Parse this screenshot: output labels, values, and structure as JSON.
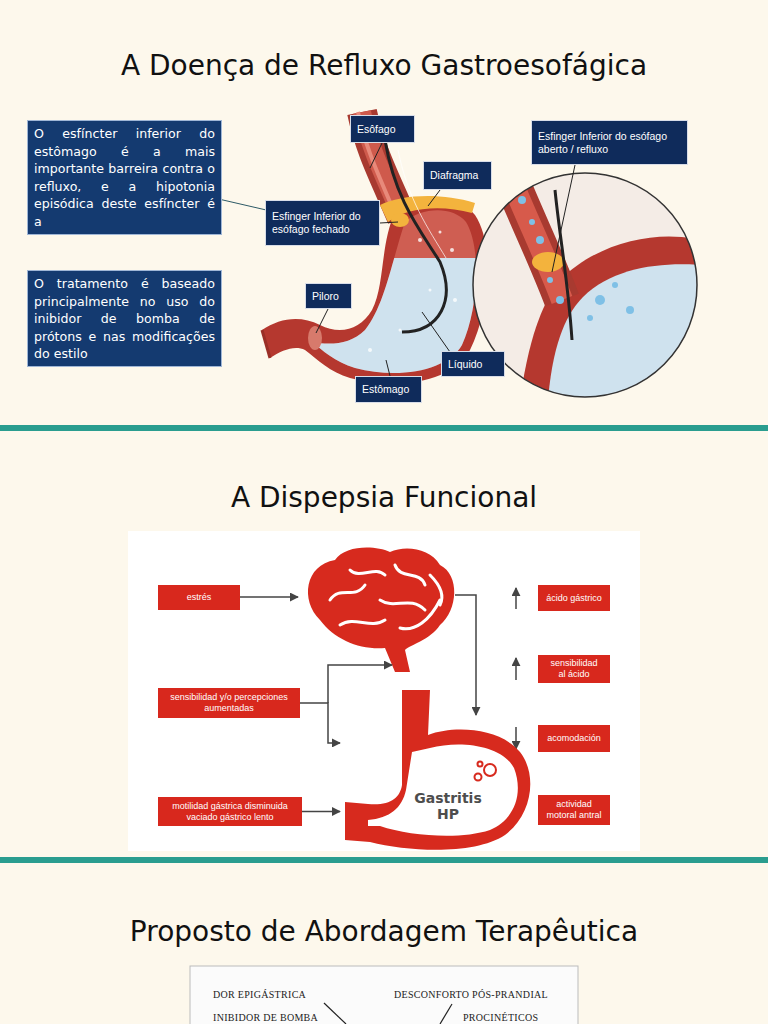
{
  "diagram": {
    "title": "A Doença de Refluxo Gastroesofágica",
    "nodes": [
      {
        "text": [
          "O esfíncter inferior do estômago é a mais importante barreira contra o refluxo, e a hipotonia episódica deste esfíncter é a"
        ]
      },
      {
        "text": [
          "O tratamento é baseado principalmente no uso do inibidor de bomba de prótons e nas modificações do estilo"
        ]
      },
      {
        "text": [
          "Esôfago"
        ]
      },
      {
        "text": [
          "Esfinger Inferior do esófago aberto / refluxo"
        ]
      },
      {
        "text": [
          "Diafragma"
        ]
      },
      {
        "text": [
          "Esfinger Inferior do esófago fechado"
        ]
      },
      {
        "text": [
          "Piloro"
        ]
      },
      {
        "text": [
          "Líquido"
        ]
      },
      {
        "text": [
          "Estômago"
        ]
      },
      {
        "text": [
          "estrés"
        ]
      },
      {
        "text": [
          "ácido gástrico"
        ]
      },
      {
        "text": [
          "sensibilidad al ácido"
        ]
      },
      {
        "text": [
          "sensibilidad y/o percepciones aumentadas"
        ]
      },
      {
        "text": [
          "acomodación"
        ]
      },
      {
        "text": [
          "Gastritis HP"
        ]
      },
      {
        "text": [
          "motilidad gástrica disminuida vaciado gástrico lento"
        ]
      },
      {
        "text": [
          "actividad motoral antral"
        ]
      }
    ],
    "edges": [
      {
        "from": 0,
        "to": 5,
        "arrow": "none"
      },
      {
        "from": 12,
        "to": 14,
        "arrow": "to"
      },
      {
        "from": 15,
        "to": 14,
        "arrow": "to"
      }
    ],
    "labels": [
      "A Dispepsia Funcional",
      "Proposto de Abordagem Terapêutica",
      "DOR EPIGÁSTRICA",
      "DESCONFORTO PÓS-PRANDIAL",
      "INIBIDOR DE BOMBA",
      "PROCINÉTICOS"
    ]
  }
}
